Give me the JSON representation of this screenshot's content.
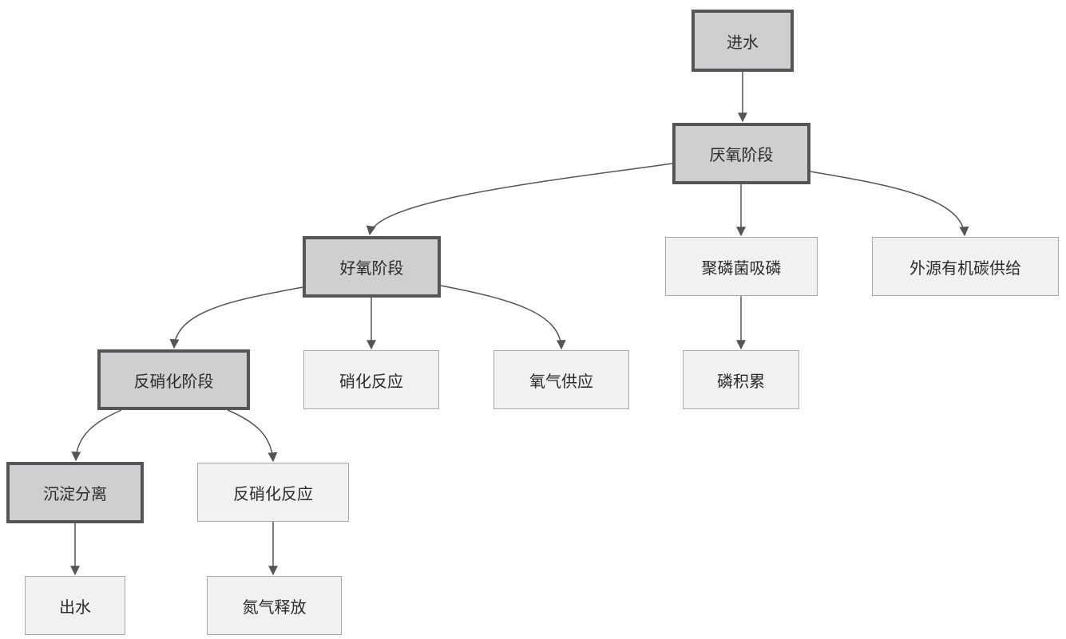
{
  "diagram": {
    "nodes": {
      "intake": "进水",
      "anaerobic": "厌氧阶段",
      "aerobic": "好氧阶段",
      "pao_uptake": "聚磷菌吸磷",
      "external_carbon": "外源有机碳供给",
      "denitrification_stage": "反硝化阶段",
      "nitrification": "硝化反应",
      "oxygen_supply": "氧气供应",
      "phosphorus_accumulation": "磷积累",
      "settling": "沉淀分离",
      "denitrification_reaction": "反硝化反应",
      "effluent": "出水",
      "nitrogen_release": "氮气释放"
    },
    "edges": [
      [
        "intake",
        "anaerobic"
      ],
      [
        "anaerobic",
        "aerobic"
      ],
      [
        "anaerobic",
        "pao_uptake"
      ],
      [
        "anaerobic",
        "external_carbon"
      ],
      [
        "aerobic",
        "denitrification_stage"
      ],
      [
        "aerobic",
        "nitrification"
      ],
      [
        "aerobic",
        "oxygen_supply"
      ],
      [
        "pao_uptake",
        "phosphorus_accumulation"
      ],
      [
        "denitrification_stage",
        "settling"
      ],
      [
        "denitrification_stage",
        "denitrification_reaction"
      ],
      [
        "settling",
        "effluent"
      ],
      [
        "denitrification_reaction",
        "nitrogen_release"
      ]
    ],
    "colors": {
      "primary_fill": "#cfcfd1",
      "primary_border": "#555555",
      "secondary_fill": "#f1f1f1",
      "secondary_border": "#a9a9a9",
      "edge": "#555555"
    }
  }
}
